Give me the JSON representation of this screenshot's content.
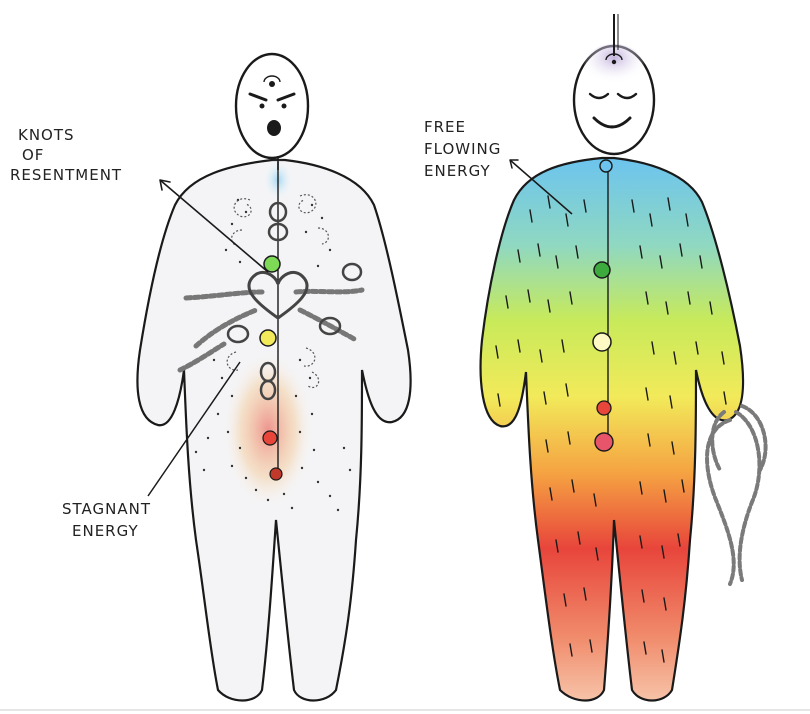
{
  "labels": {
    "knots_line1": "KNOTS",
    "knots_line2": "OF",
    "knots_line3": "RESENTMENT",
    "stagnant_line1": "STAGNANT",
    "stagnant_line2": "ENERGY",
    "free_line1": "FREE",
    "free_line2": "FLOWING",
    "free_line3": "ENERGY"
  },
  "colors": {
    "outline": "#1a1a1a",
    "body_fill_left": "#f4f4f6",
    "energy_blue": "#6cc4ee",
    "energy_green": "#7ed957",
    "energy_yellow": "#f2ea5a",
    "energy_orange": "#f5a342",
    "energy_red": "#e8453b",
    "crown_violet": "#b9a6d8",
    "rope": "#888888"
  },
  "figures": [
    {
      "name": "tense-figure",
      "expression": "angry"
    },
    {
      "name": "relaxed-figure",
      "expression": "serene"
    }
  ]
}
